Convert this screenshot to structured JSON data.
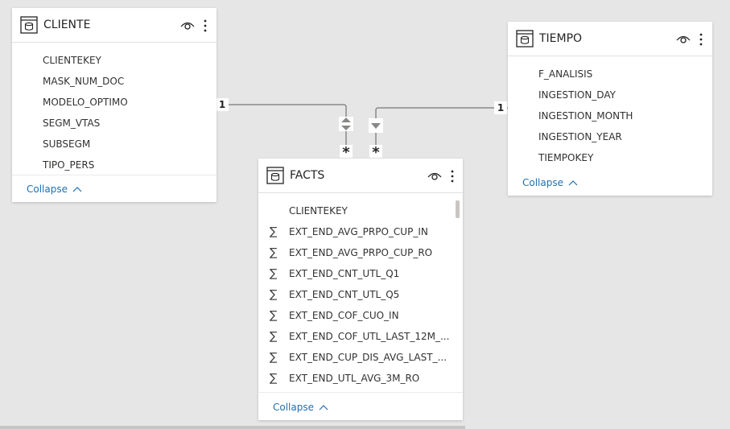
{
  "tables": {
    "cliente": {
      "title": "CLIENTE",
      "fields": [
        "CLIENTEKEY",
        "MASK_NUM_DOC",
        "MODELO_OPTIMO",
        "SEGM_VTAS",
        "SUBSEGM",
        "TIPO_PERS"
      ],
      "collapse_label": "Collapse"
    },
    "tiempo": {
      "title": "TIEMPO",
      "fields": [
        "F_ANALISIS",
        "INGESTION_DAY",
        "INGESTION_MONTH",
        "INGESTION_YEAR",
        "TIEMPOKEY"
      ],
      "collapse_label": "Collapse"
    },
    "facts": {
      "title": "FACTS",
      "fields": [
        "CLIENTEKEY",
        "EXT_END_AVG_PRPO_CUP_IN",
        "EXT_END_AVG_PRPO_CUP_RO",
        "EXT_END_CNT_UTL_Q1",
        "EXT_END_CNT_UTL_Q5",
        "EXT_END_COF_CUO_IN",
        "EXT_END_COF_UTL_LAST_12M_...",
        "EXT_END_CUP_DIS_AVG_LAST_...",
        "EXT_END_UTL_AVG_3M_RO"
      ],
      "collapse_label": "Collapse"
    }
  },
  "relationships": {
    "cliente_facts": {
      "one_label": "1",
      "many_label": "*"
    },
    "tiempo_facts": {
      "one_label": "1",
      "many_label": "*"
    }
  },
  "colors": {
    "canvas": "#e6e6e6",
    "card": "#ffffff",
    "link": "#1f6fb2",
    "line": "#8a8886"
  },
  "icons": {
    "table": "table-icon",
    "visibility": "eye-icon",
    "more": "more-options-icon",
    "measure": "sigma-icon",
    "cross_filter_both": "bidirectional-arrow-icon",
    "cross_filter_single": "single-arrow-icon"
  }
}
